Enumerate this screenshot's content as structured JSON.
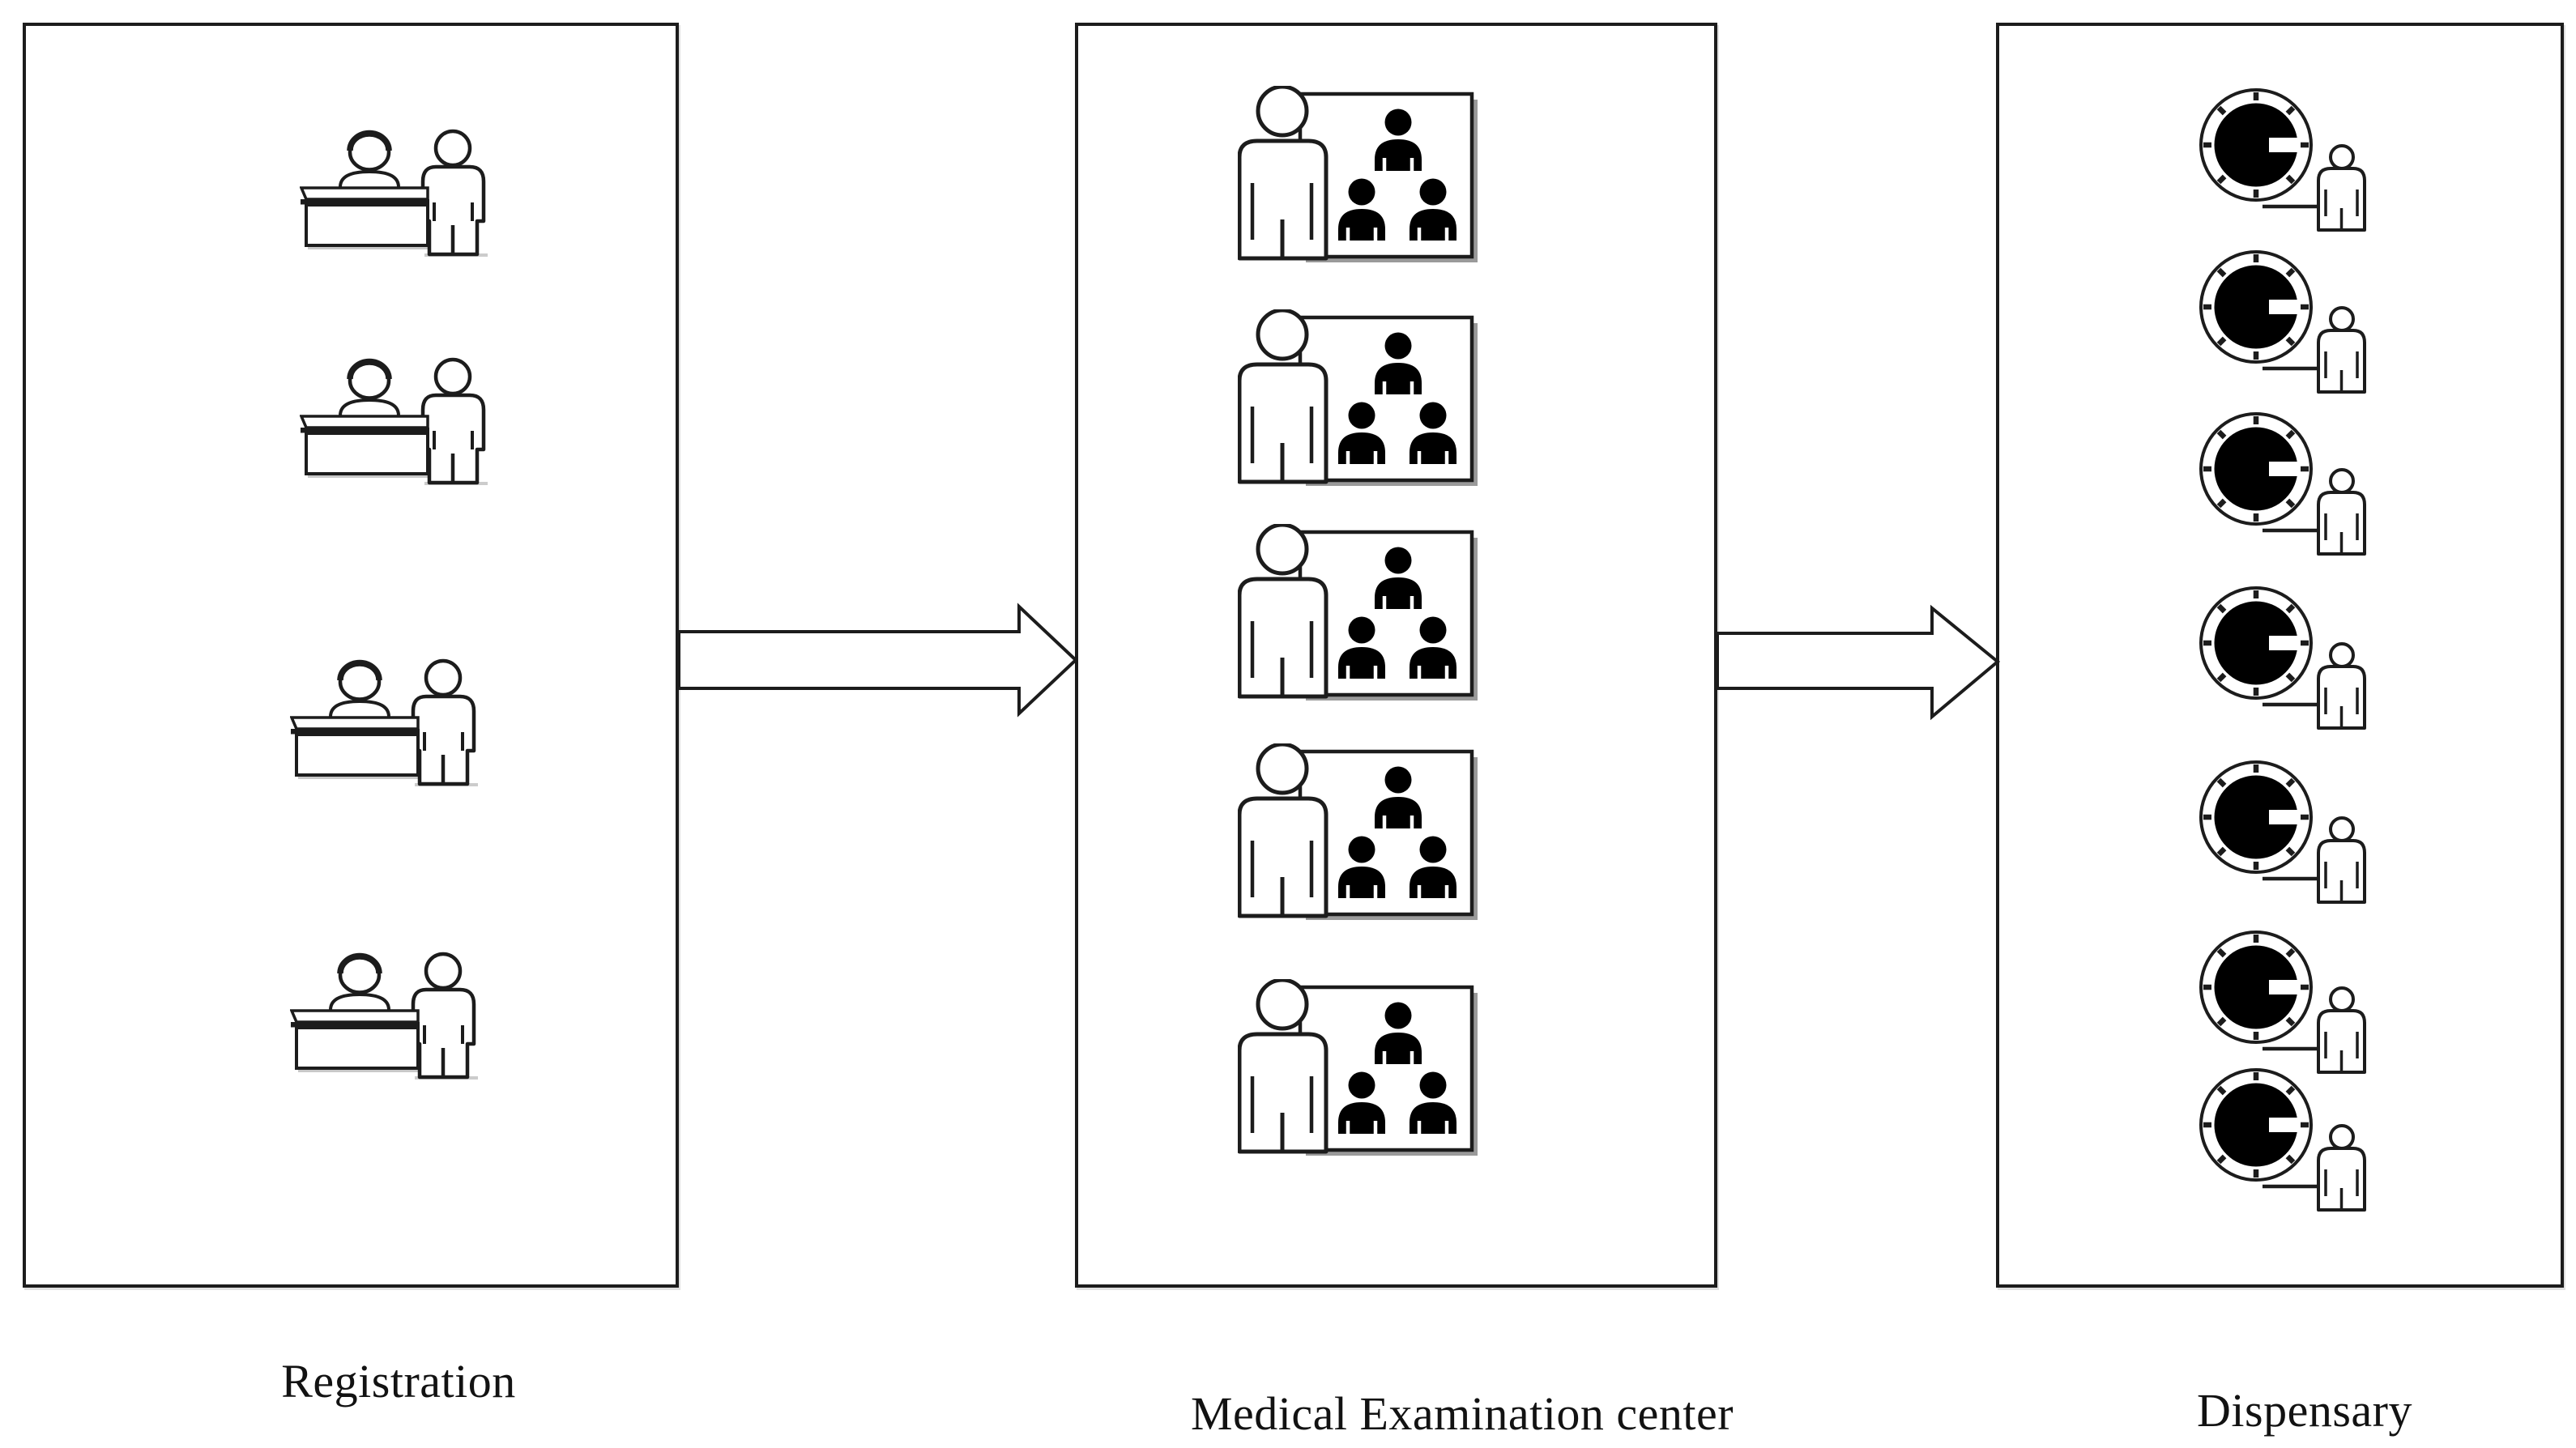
{
  "sections": [
    {
      "label": "Registration",
      "station_count": 4,
      "station_icon": "reception-desk-with-clerk-and-patient"
    },
    {
      "label": "Medical Examination center",
      "station_count": 5,
      "station_icon": "doctor-with-patient-group-room"
    },
    {
      "label": "Dispensary",
      "station_count": 7,
      "station_icon": "timer-with-waiting-patient"
    }
  ],
  "arrows": [
    {
      "from": "Registration",
      "to": "Medical Examination center"
    },
    {
      "from": "Medical Examination center",
      "to": "Dispensary"
    }
  ],
  "colors": {
    "outline": "#1c1c1c",
    "silhouette": "#000000",
    "fill": "#ffffff",
    "shadow": "#9a9a9a",
    "text": "#121212",
    "background": "#ffffff"
  }
}
